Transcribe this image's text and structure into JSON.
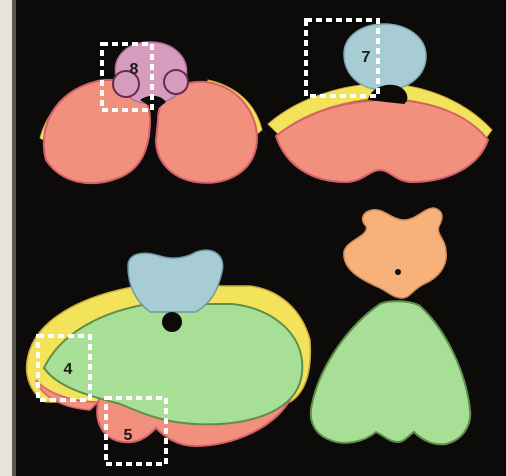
{
  "colors": {
    "background": "#0c0b09",
    "left_border": "#e8e4dc",
    "salmon": "#f2907e",
    "salmon_stroke": "#d8606a",
    "yellow": "#f2e35a",
    "pink": "#d79bbe",
    "blue": "#a8ccd3",
    "green": "#a8df96",
    "orange": "#f7b27c",
    "box_stroke": "#ffffff",
    "label": "#1a1a1a"
  },
  "labels": {
    "box_8": "8",
    "box_7": "7",
    "box_4": "4",
    "box_5": "5"
  }
}
